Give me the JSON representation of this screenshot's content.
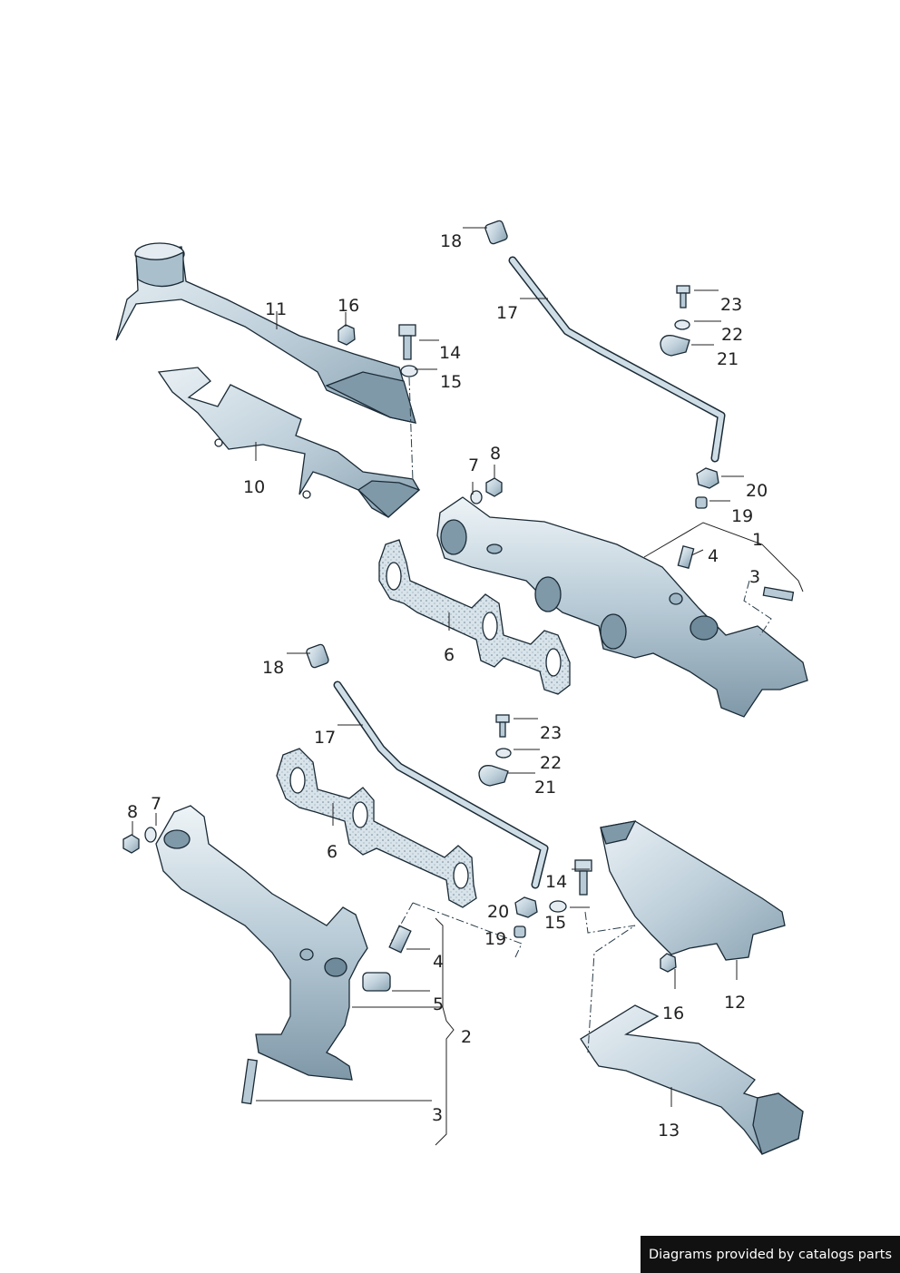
{
  "callouts": {
    "c1": "1",
    "c2": "2",
    "c3a": "3",
    "c3b": "3",
    "c4a": "4",
    "c4b": "4",
    "c5": "5",
    "c6a": "6",
    "c6b": "6",
    "c7a": "7",
    "c7b": "7",
    "c8a": "8",
    "c8b": "8",
    "c10": "10",
    "c11": "11",
    "c12": "12",
    "c13": "13",
    "c14a": "14",
    "c14b": "14",
    "c15a": "15",
    "c15b": "15",
    "c16a": "16",
    "c16b": "16",
    "c17a": "17",
    "c17b": "17",
    "c18a": "18",
    "c18b": "18",
    "c19a": "19",
    "c19b": "19",
    "c20a": "20",
    "c20b": "20",
    "c21a": "21",
    "c21b": "21",
    "c22a": "22",
    "c22b": "22",
    "c23a": "23",
    "c23b": "23"
  },
  "credit": "Diagrams provided by catalogs parts",
  "colors": {
    "part_fill": "#cfdde6",
    "part_shade": "#9fb6c4",
    "part_dark": "#6f8a9a",
    "outline": "#1a2a35"
  }
}
